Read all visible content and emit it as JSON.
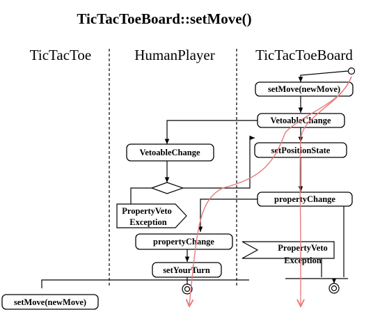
{
  "title": "TicTacToeBoard::setMove()",
  "lanes": {
    "tictactoe": "TicTacToe",
    "humanplayer": "HumanPlayer",
    "tictactoeboard": "TicTacToeBoard"
  },
  "nodes": {
    "set_move_top": "setMove(newMove)",
    "vetoable_change_board": "VetoableChange",
    "vetoable_change_player": "VetoableChange",
    "set_position_state": "setPositionState",
    "property_veto_left_1": "PropertyVeto",
    "property_veto_left_2": "Exception",
    "property_change_board": "propertyChange",
    "property_change_player": "propertyChange",
    "property_veto_right_1": "PropertyVeto",
    "property_veto_right_2": "Exception",
    "set_your_turn": "setYourTurn",
    "set_move_bottom": "setMove(newMove)"
  },
  "colors": {
    "line": "#000000",
    "highlight_path": "#e87a7a",
    "background": "#ffffff"
  }
}
